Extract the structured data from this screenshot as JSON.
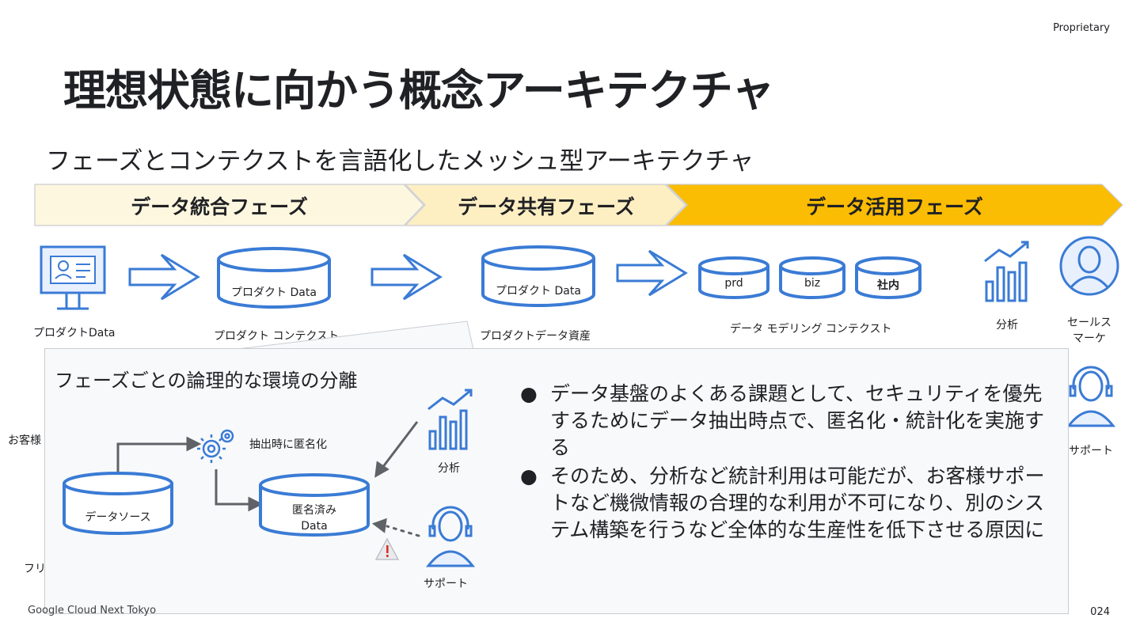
{
  "header": {
    "proprietary": "Proprietary",
    "title": "理想状態に向かう概念アーキテクチャ",
    "subtitle": "フェーズとコンテクストを言語化したメッシュ型アーキテクチャ"
  },
  "phases": [
    {
      "label": "データ統合フェーズ",
      "color": "#fef7e0"
    },
    {
      "label": "データ共有フェーズ",
      "color": "#feefc3"
    },
    {
      "label": "データ活用フェーズ",
      "color": "#fbbc04"
    }
  ],
  "flow": {
    "source_label": "プロダクトData",
    "cyl1_text": "プロダクト Data",
    "cyl1_label": "プロダクト コンテクスト",
    "cyl2_text": "プロダクト Data",
    "cyl2_label": "プロダクトデータ資産",
    "model_cyls": [
      "prd",
      "biz",
      "社内"
    ],
    "model_label": "データ モデリング コンテクスト",
    "analytics_label": "分析",
    "sales_label": "セールス\nマーケ",
    "support_label": "サポート",
    "customer_label": "お客様",
    "free_label": "フリ",
    "free_label2": "（"
  },
  "popup": {
    "title": "フェーズごとの論理的な環境の分離",
    "source_cyl": "データソース",
    "anon_label": "抽出時に匿名化",
    "anon_cyl_line1": "匿名済み",
    "anon_cyl_line2": "Data",
    "analytics_label": "分析",
    "support_label": "サポート",
    "bullets": [
      "データ基盤のよくある課題として、セキュリティを優先するためにデータ抽出時点で、匿名化・統計化を実施する",
      "そのため、分析など統計利用は可能だが、お客様サポートなど機微情報の合理的な利用が不可になり、別のシステム構築を行うなど全体的な生産性を低下させる原因に"
    ],
    "bullet_symbol": "●"
  },
  "footer": {
    "left": "Google Cloud Next Tokyo",
    "page": "024"
  },
  "colors": {
    "blue": "#3a7bd5",
    "blue_light": "#e8f0fe",
    "gray_arrow": "#5f6368",
    "warn": "#e8eaed"
  }
}
